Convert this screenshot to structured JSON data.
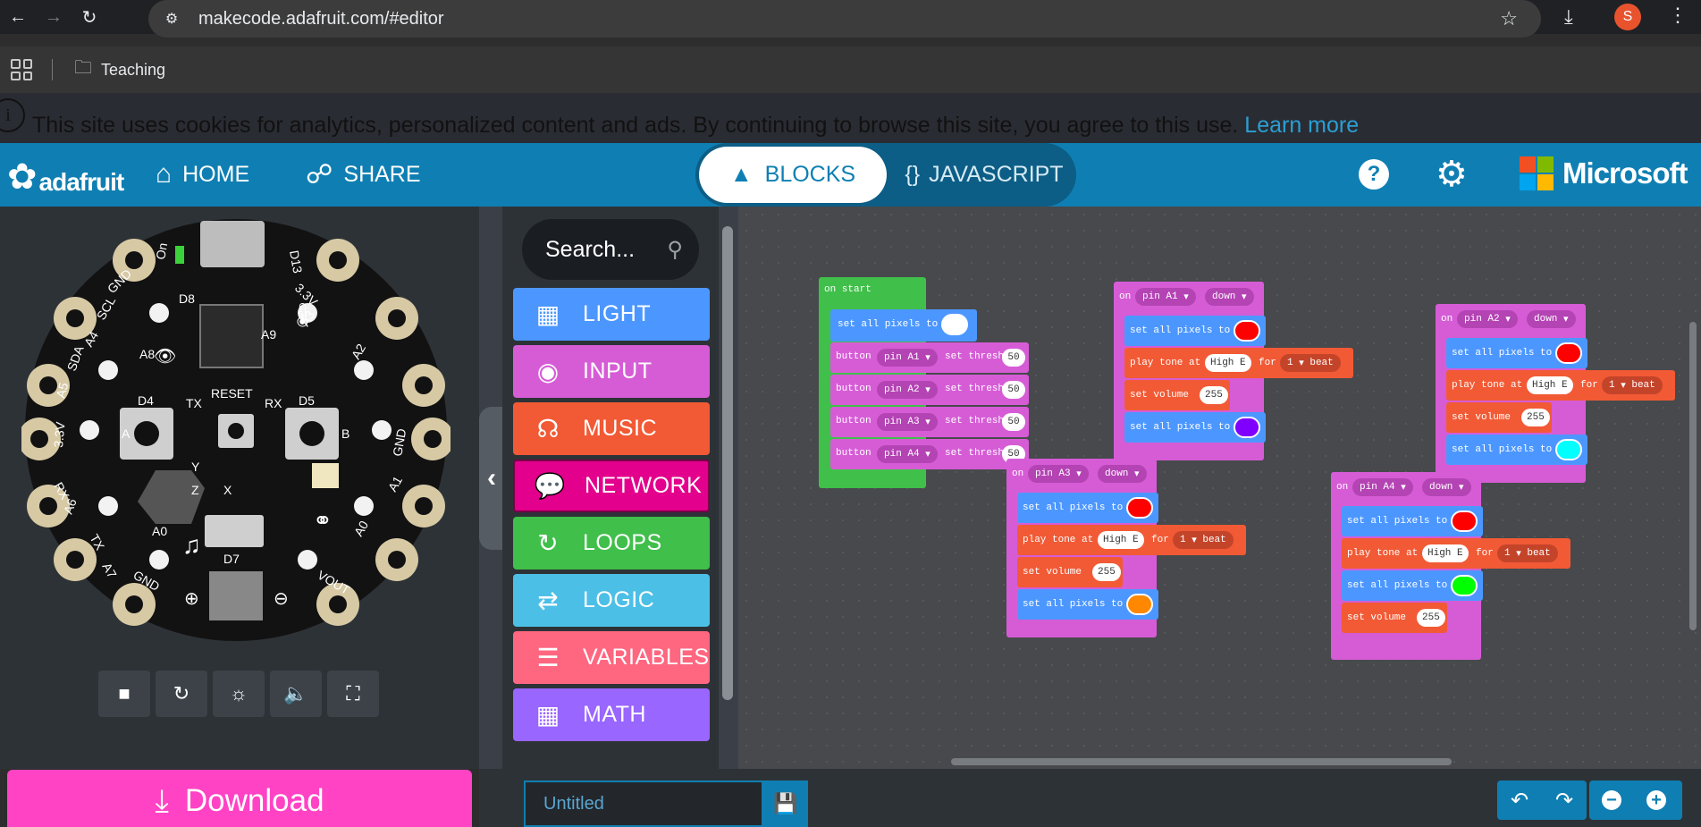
{
  "browser": {
    "url": "makecode.adafruit.com/#editor",
    "avatar_letter": "S",
    "bookmark_folder": "Teaching"
  },
  "cookie_banner": {
    "text": "This site uses cookies for analytics, personalized content and ads. By continuing to browse this site, you agree to this use.",
    "link": "Learn more"
  },
  "header": {
    "brand": "adafruit",
    "home": "HOME",
    "share": "SHARE",
    "blocks": "BLOCKS",
    "javascript": "JAVASCRIPT",
    "microsoft": "Microsoft"
  },
  "toolbox": {
    "search_placeholder": "Search...",
    "categories": [
      {
        "label": "LIGHT",
        "color": "#4c97ff",
        "icon": "grid-icon"
      },
      {
        "label": "INPUT",
        "color": "#d65cd6",
        "icon": "target-icon"
      },
      {
        "label": "MUSIC",
        "color": "#f15a35",
        "icon": "headphones-icon"
      },
      {
        "label": "NETWORK",
        "color": "#e3008c",
        "icon": "chat-icon"
      },
      {
        "label": "LOOPS",
        "color": "#40bf4a",
        "icon": "loop-icon"
      },
      {
        "label": "LOGIC",
        "color": "#4cbfe6",
        "icon": "shuffle-icon"
      },
      {
        "label": "VARIABLES",
        "color": "#ff6680",
        "icon": "lines-icon"
      },
      {
        "label": "MATH",
        "color": "#9966ff",
        "icon": "calculator-icon"
      }
    ]
  },
  "board": {
    "labels": {
      "on": "On",
      "d13": "D13",
      "v33a": "3.3V",
      "a1": "A1",
      "a2": "A2",
      "a3": "A3",
      "a4": "A4",
      "a5": "A5",
      "a6": "A6",
      "a7": "A7",
      "a0": "A0",
      "a8": "A8",
      "a9": "A9",
      "gnd": "GND",
      "scl": "SCL",
      "sda": "SDA",
      "v33b": "3.3V",
      "rx": "RX",
      "tx": "TX",
      "d4": "D4",
      "d5": "D5",
      "d7": "D7",
      "d8": "D8",
      "reset": "RESET",
      "vout": "VOUT",
      "btn_a": "A",
      "btn_b": "B",
      "x": "X",
      "y": "Y",
      "z": "Z"
    }
  },
  "workspace": {
    "on_start": {
      "hat": "on start",
      "set_pixels": "set all pixels to",
      "rows": [
        {
          "button": "button",
          "pin": "pin A1",
          "action": "set threshold",
          "value": "50"
        },
        {
          "button": "button",
          "pin": "pin A2",
          "action": "set threshold",
          "value": "50"
        },
        {
          "button": "button",
          "pin": "pin A3",
          "action": "set threshold",
          "value": "50"
        },
        {
          "button": "button",
          "pin": "pin A4",
          "action": "set threshold",
          "value": "50"
        }
      ]
    },
    "handlers": [
      {
        "on": "on",
        "pin": "pin A1",
        "event": "down",
        "set_pixels": "set all pixels to",
        "color1": "#ff0000",
        "tone": "play tone at",
        "note": "High E",
        "for": "for",
        "beats": "1",
        "beat": "beat",
        "volume": "set volume",
        "vol": "255",
        "color2": "#7f00ff"
      },
      {
        "on": "on",
        "pin": "pin A2",
        "event": "down",
        "set_pixels": "set all pixels to",
        "color1": "#ff0000",
        "tone": "play tone at",
        "note": "High E",
        "for": "for",
        "beats": "1",
        "beat": "beat",
        "volume": "set volume",
        "vol": "255",
        "color2": "#00ffff"
      },
      {
        "on": "on",
        "pin": "pin A3",
        "event": "down",
        "set_pixels": "set all pixels to",
        "color1": "#ff0000",
        "tone": "play tone at",
        "note": "High E",
        "for": "for",
        "beats": "1",
        "beat": "beat",
        "volume": "set volume",
        "vol": "255",
        "color2": "#ff8800"
      },
      {
        "on": "on",
        "pin": "pin A4",
        "event": "down",
        "set_pixels": "set all pixels to",
        "color1": "#ff0000",
        "tone": "play tone at",
        "note": "High E",
        "for": "for",
        "beats": "1",
        "beat": "beat",
        "volume": "set volume",
        "vol": "255",
        "color2": "#00ff00"
      }
    ]
  },
  "footer": {
    "download": "Download",
    "project_placeholder": "Untitled"
  }
}
